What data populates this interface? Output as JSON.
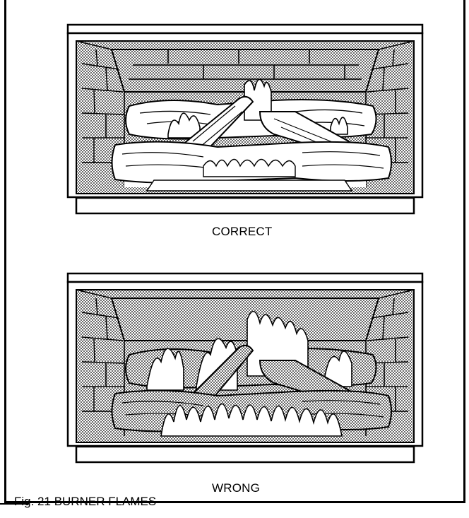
{
  "figure": {
    "caption": "Fig. 21 BURNER FLAMES",
    "panels": [
      {
        "label": "CORRECT",
        "flame_state": "correct"
      },
      {
        "label": "WRONG",
        "flame_state": "wrong"
      }
    ]
  }
}
